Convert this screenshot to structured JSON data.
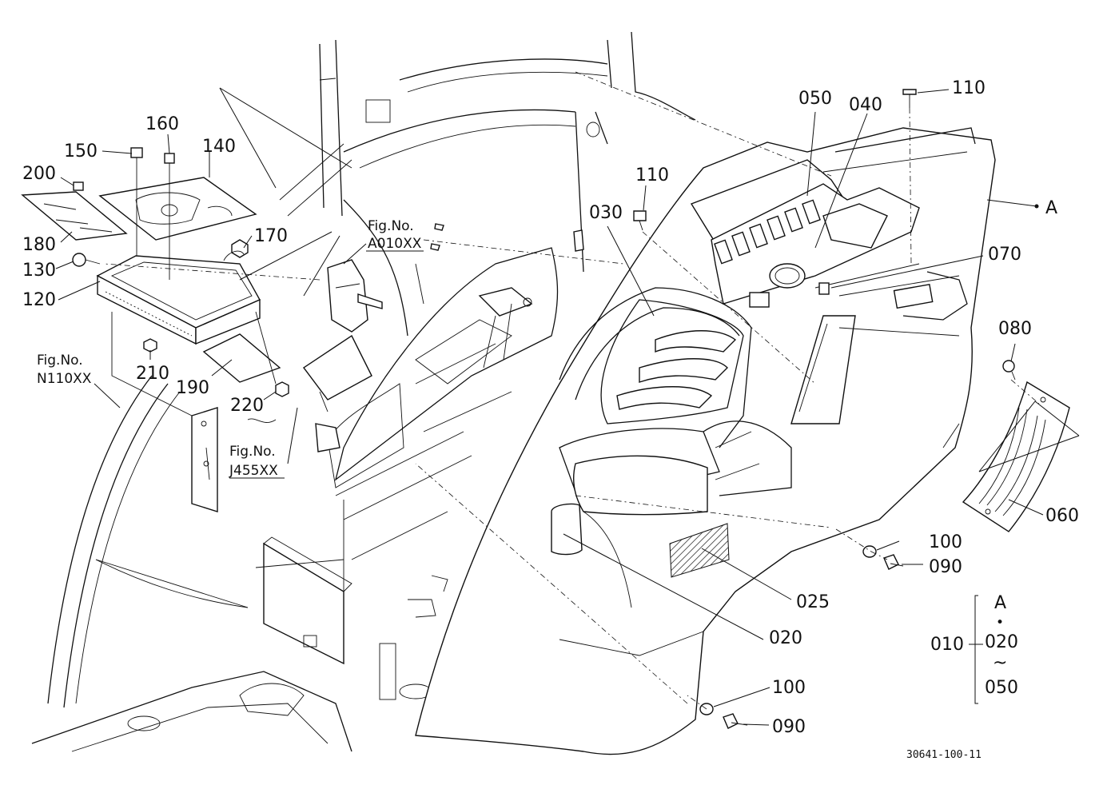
{
  "labels": {
    "p010": "010",
    "p020": "020",
    "p020b": "020",
    "p025": "025",
    "p030": "030",
    "p040": "040",
    "p050": "050",
    "p050b": "050",
    "p060": "060",
    "p070": "070",
    "p080": "080",
    "p090a": "090",
    "p090b": "090",
    "p100a": "100",
    "p100b": "100",
    "p110a": "110",
    "p110b": "110",
    "p120": "120",
    "p130": "130",
    "p140": "140",
    "p150": "150",
    "p160": "160",
    "p170": "170",
    "p180": "180",
    "p190": "190",
    "p200": "200",
    "p210": "210",
    "p220": "220",
    "pA1": "A",
    "pA2": "A",
    "tilde": "~",
    "dot": "•"
  },
  "figrefs": {
    "a_title": "Fig.No.",
    "a_code": "A010XX",
    "n_title": "Fig.No.",
    "n_code": "N110XX",
    "j_title": "Fig.No.",
    "j_code": "J455XX"
  },
  "drawing_number": "30641-100-11"
}
